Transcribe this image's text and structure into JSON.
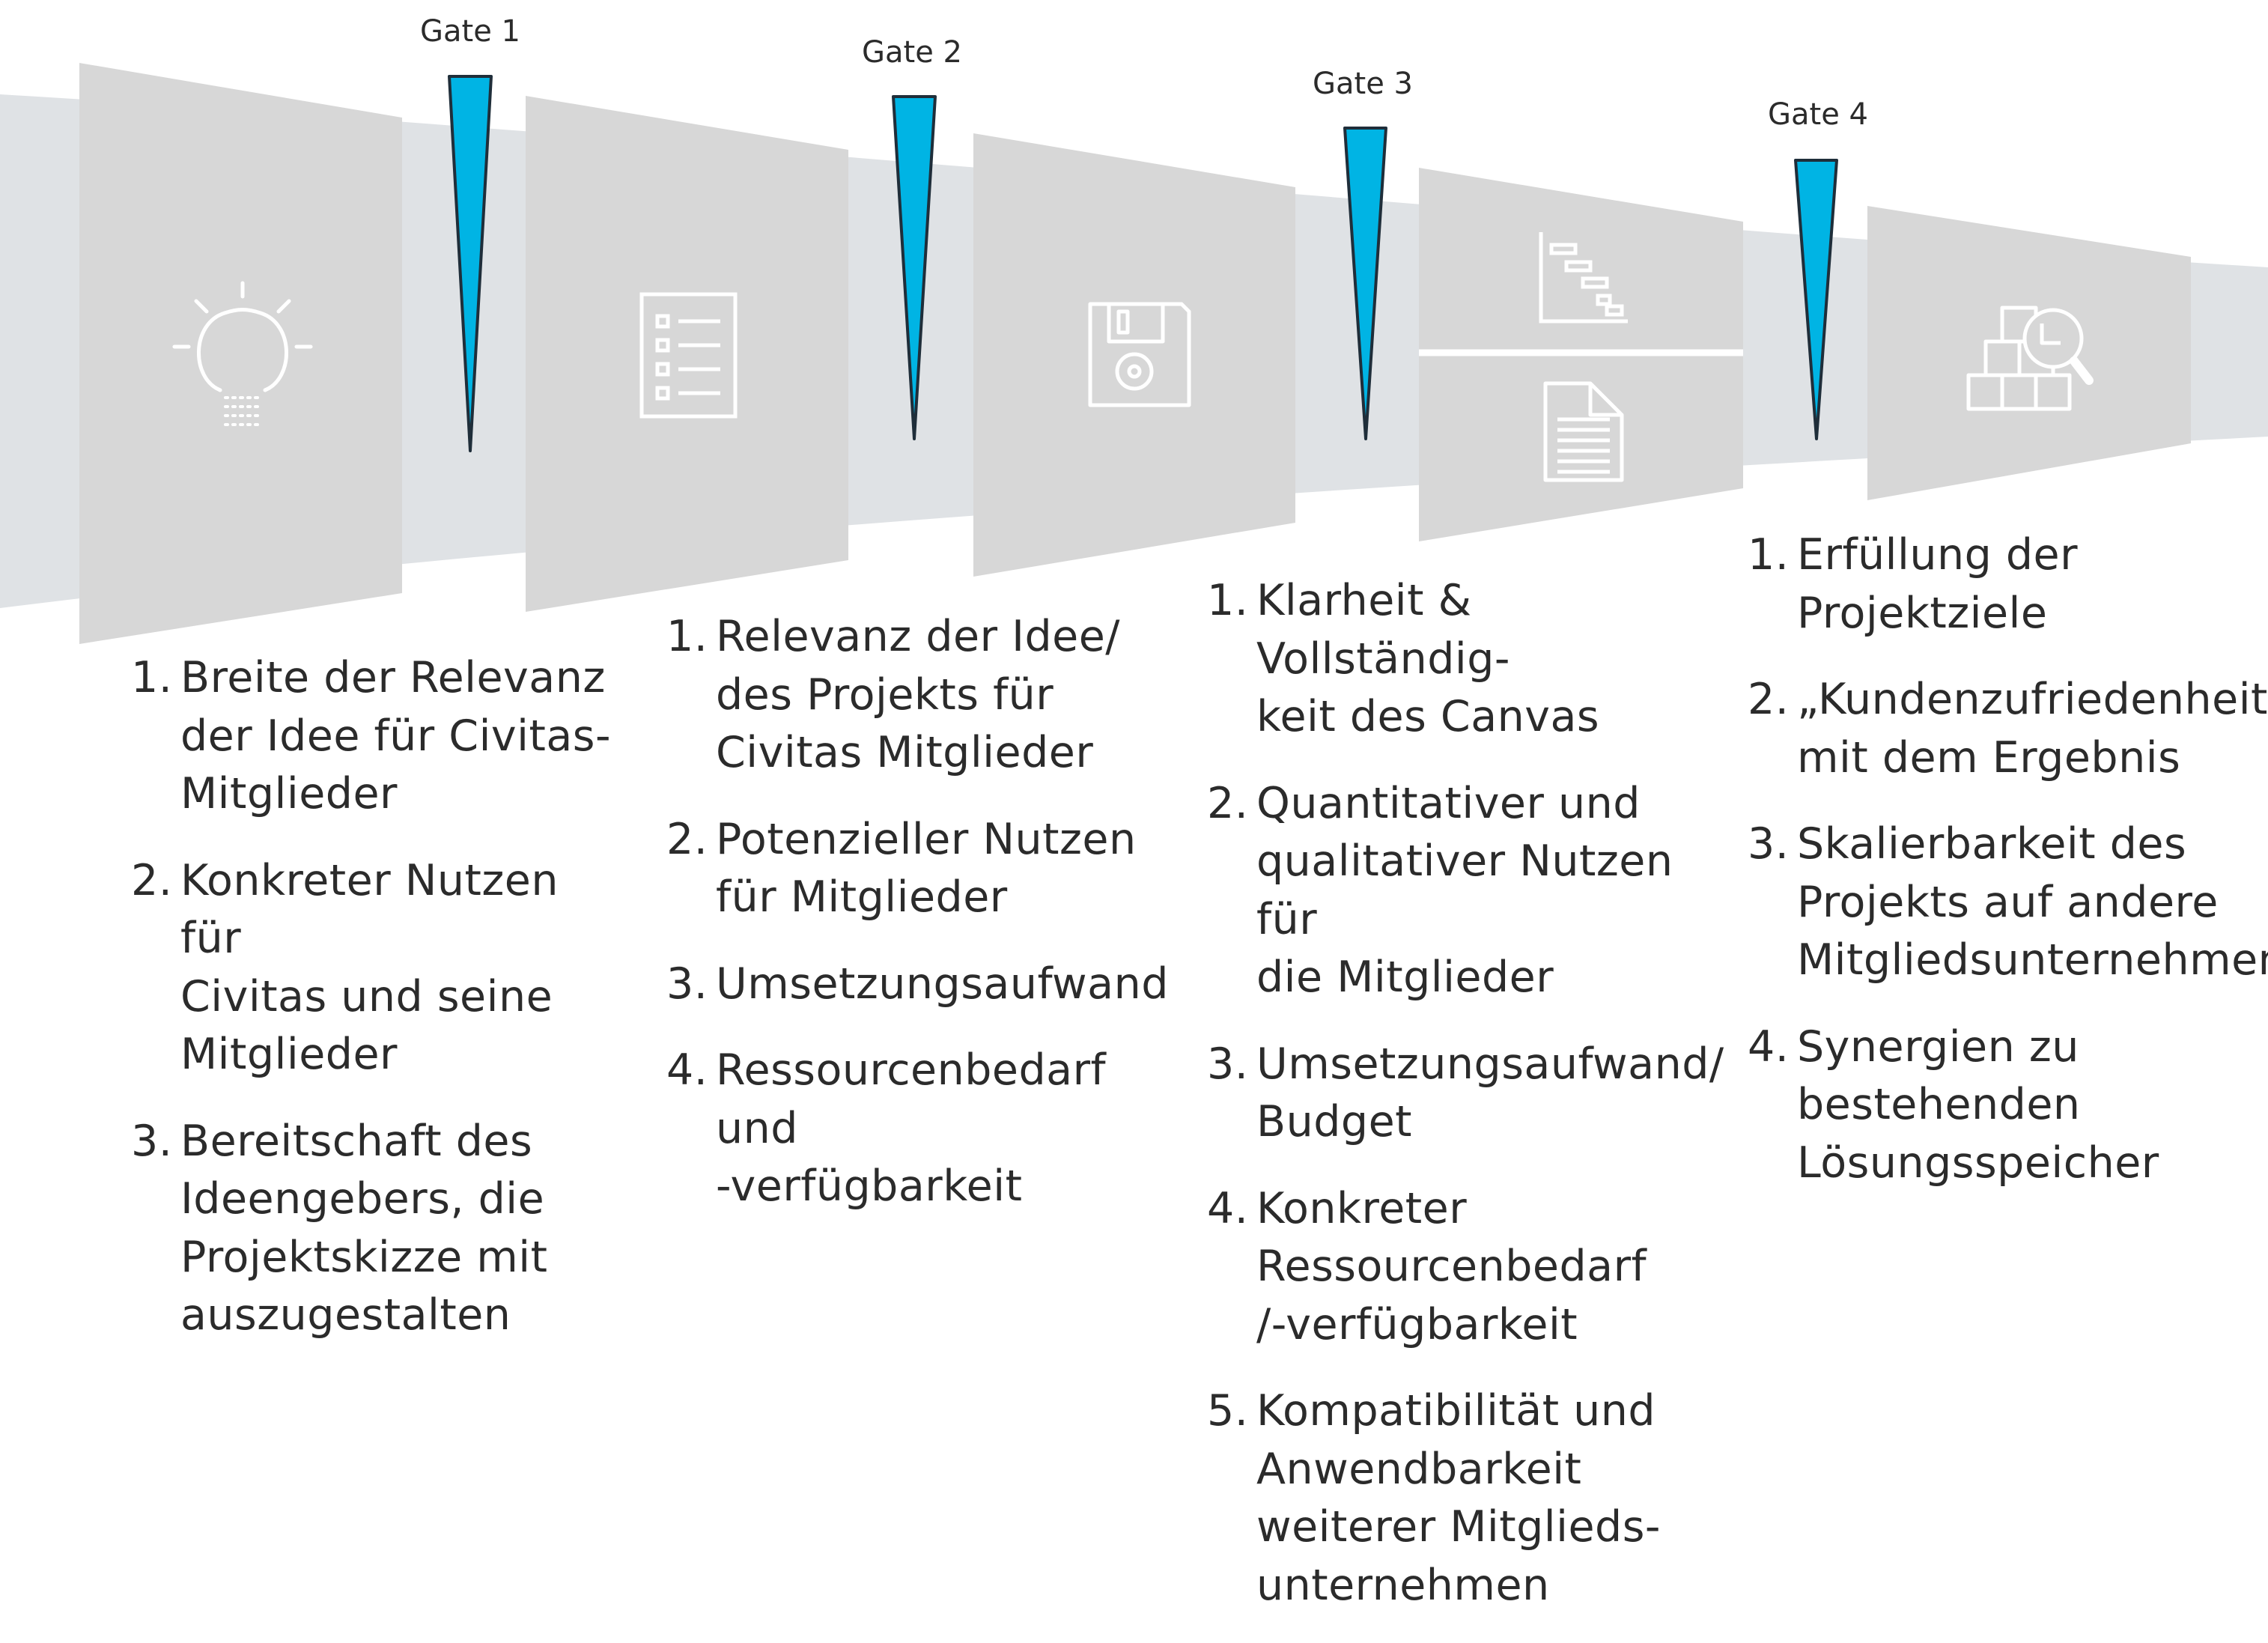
{
  "gates": [
    "Gate 1",
    "Gate 2",
    "Gate 3",
    "Gate 4"
  ],
  "stages": [
    {
      "icon": "lightbulb-icon"
    },
    {
      "icon": "checklist-icon"
    },
    {
      "icon": "floppy-disk-icon"
    },
    {
      "icon": [
        "gantt-chart-icon",
        "document-icon"
      ]
    },
    {
      "icon": "boxes-search-icon"
    }
  ],
  "criteria": [
    {
      "items": [
        {
          "num": "1.",
          "lines": [
            "Breite der Relevanz",
            "der Idee für Civitas-",
            "Mitglieder"
          ]
        },
        {
          "num": "2.",
          "lines": [
            "Konkreter Nutzen für",
            "Civitas und seine",
            "Mitglieder"
          ]
        },
        {
          "num": "3.",
          "lines": [
            "Bereitschaft des",
            "Ideengebers, die",
            "Projektskizze mit",
            "auszugestalten"
          ]
        }
      ]
    },
    {
      "items": [
        {
          "num": "1.",
          "lines": [
            "Relevanz der Idee/",
            "des Projekts für",
            "Civitas Mitglieder"
          ]
        },
        {
          "num": "2.",
          "lines": [
            "Potenzieller Nutzen",
            "für Mitglieder"
          ]
        },
        {
          "num": "3.",
          "lines": [
            "Umsetzungsaufwand"
          ]
        },
        {
          "num": "4.",
          "lines": [
            "Ressourcenbedarf und",
            "-verfügbarkeit"
          ]
        }
      ]
    },
    {
      "items": [
        {
          "num": "1.",
          "lines": [
            "Klarheit & Vollständig-",
            "keit des Canvas"
          ]
        },
        {
          "num": "2.",
          "lines": [
            "Quantitativer und",
            "qualitativer Nutzen für",
            "die Mitglieder"
          ]
        },
        {
          "num": "3.",
          "lines": [
            "Umsetzungsaufwand/",
            "Budget"
          ]
        },
        {
          "num": "4.",
          "lines": [
            "Konkreter",
            "Ressourcenbedarf",
            "/-verfügbarkeit"
          ]
        },
        {
          "num": "5.",
          "lines": [
            "Kompatibilität und",
            "Anwendbarkeit",
            "weiterer Mitglieds-",
            "unternehmen"
          ]
        }
      ]
    },
    {
      "items": [
        {
          "num": "1.",
          "lines": [
            "Erfüllung der",
            "Projektziele"
          ]
        },
        {
          "num": "2.",
          "lines": [
            "„Kundenzufriedenheit“",
            "mit dem Ergebnis"
          ]
        },
        {
          "num": "3.",
          "lines": [
            "Skalierbarkeit des",
            "Projekts auf andere",
            "Mitgliedsunternehmen"
          ]
        },
        {
          "num": "4.",
          "lines": [
            "Synergien zu",
            "bestehenden",
            "Lösungsspeicher"
          ]
        }
      ]
    }
  ],
  "colors": {
    "band": "#dfe2e5",
    "stage": "#d7d7d7",
    "gate": "#00b4e4",
    "gate_outline": "#1f2e3a",
    "icon": "#ffffff",
    "text": "#2b2b2b"
  }
}
